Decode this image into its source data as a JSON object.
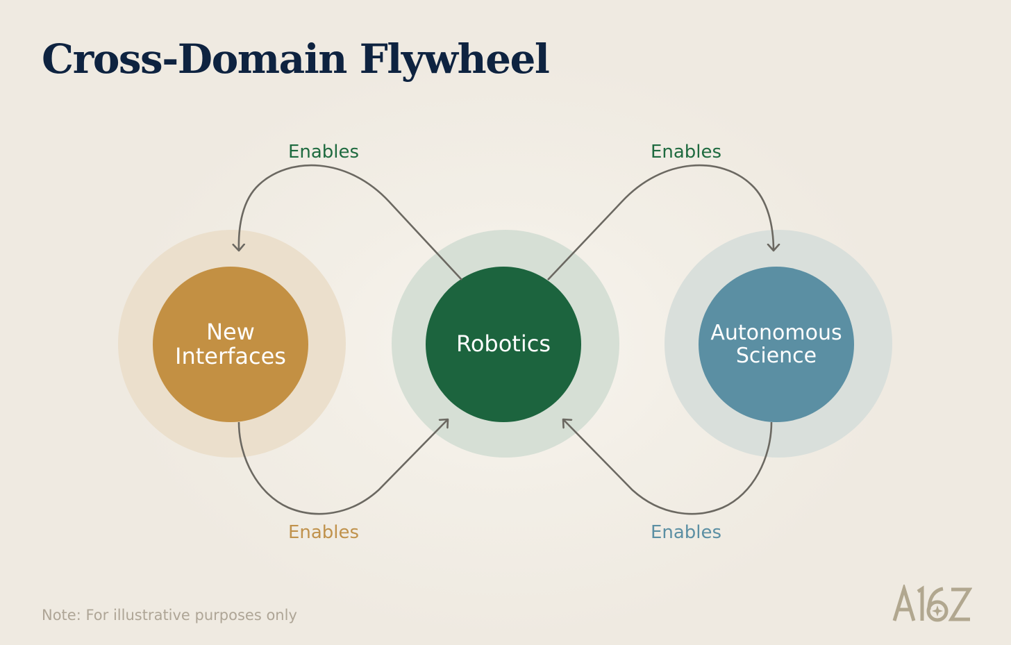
{
  "title": "Cross-Domain Flywheel",
  "nodes": {
    "new_interfaces": {
      "label": "New\nInterfaces",
      "color": "#c39043",
      "halo": "#ebdfcc"
    },
    "robotics": {
      "label": "Robotics",
      "color": "#1c643e",
      "halo": "#d6dfd5"
    },
    "autonomous_science": {
      "label": "Autonomous\nScience",
      "color": "#5b8fa3",
      "halo": "#d9dfdb"
    }
  },
  "edges": [
    {
      "label": "Enables",
      "from": "Robotics",
      "to": "New Interfaces",
      "color": "#1e6a3f"
    },
    {
      "label": "Enables",
      "from": "Robotics",
      "to": "Autonomous Science",
      "color": "#1e6a3f"
    },
    {
      "label": "Enables",
      "from": "New Interfaces",
      "to": "Robotics",
      "color": "#c0924c"
    },
    {
      "label": "Enables",
      "from": "Autonomous Science",
      "to": "Robotics",
      "color": "#5b8fa3"
    }
  ],
  "arrow_color": "#6b6861",
  "note": "Note: For illustrative purposes only",
  "logo_text": "A16Z"
}
